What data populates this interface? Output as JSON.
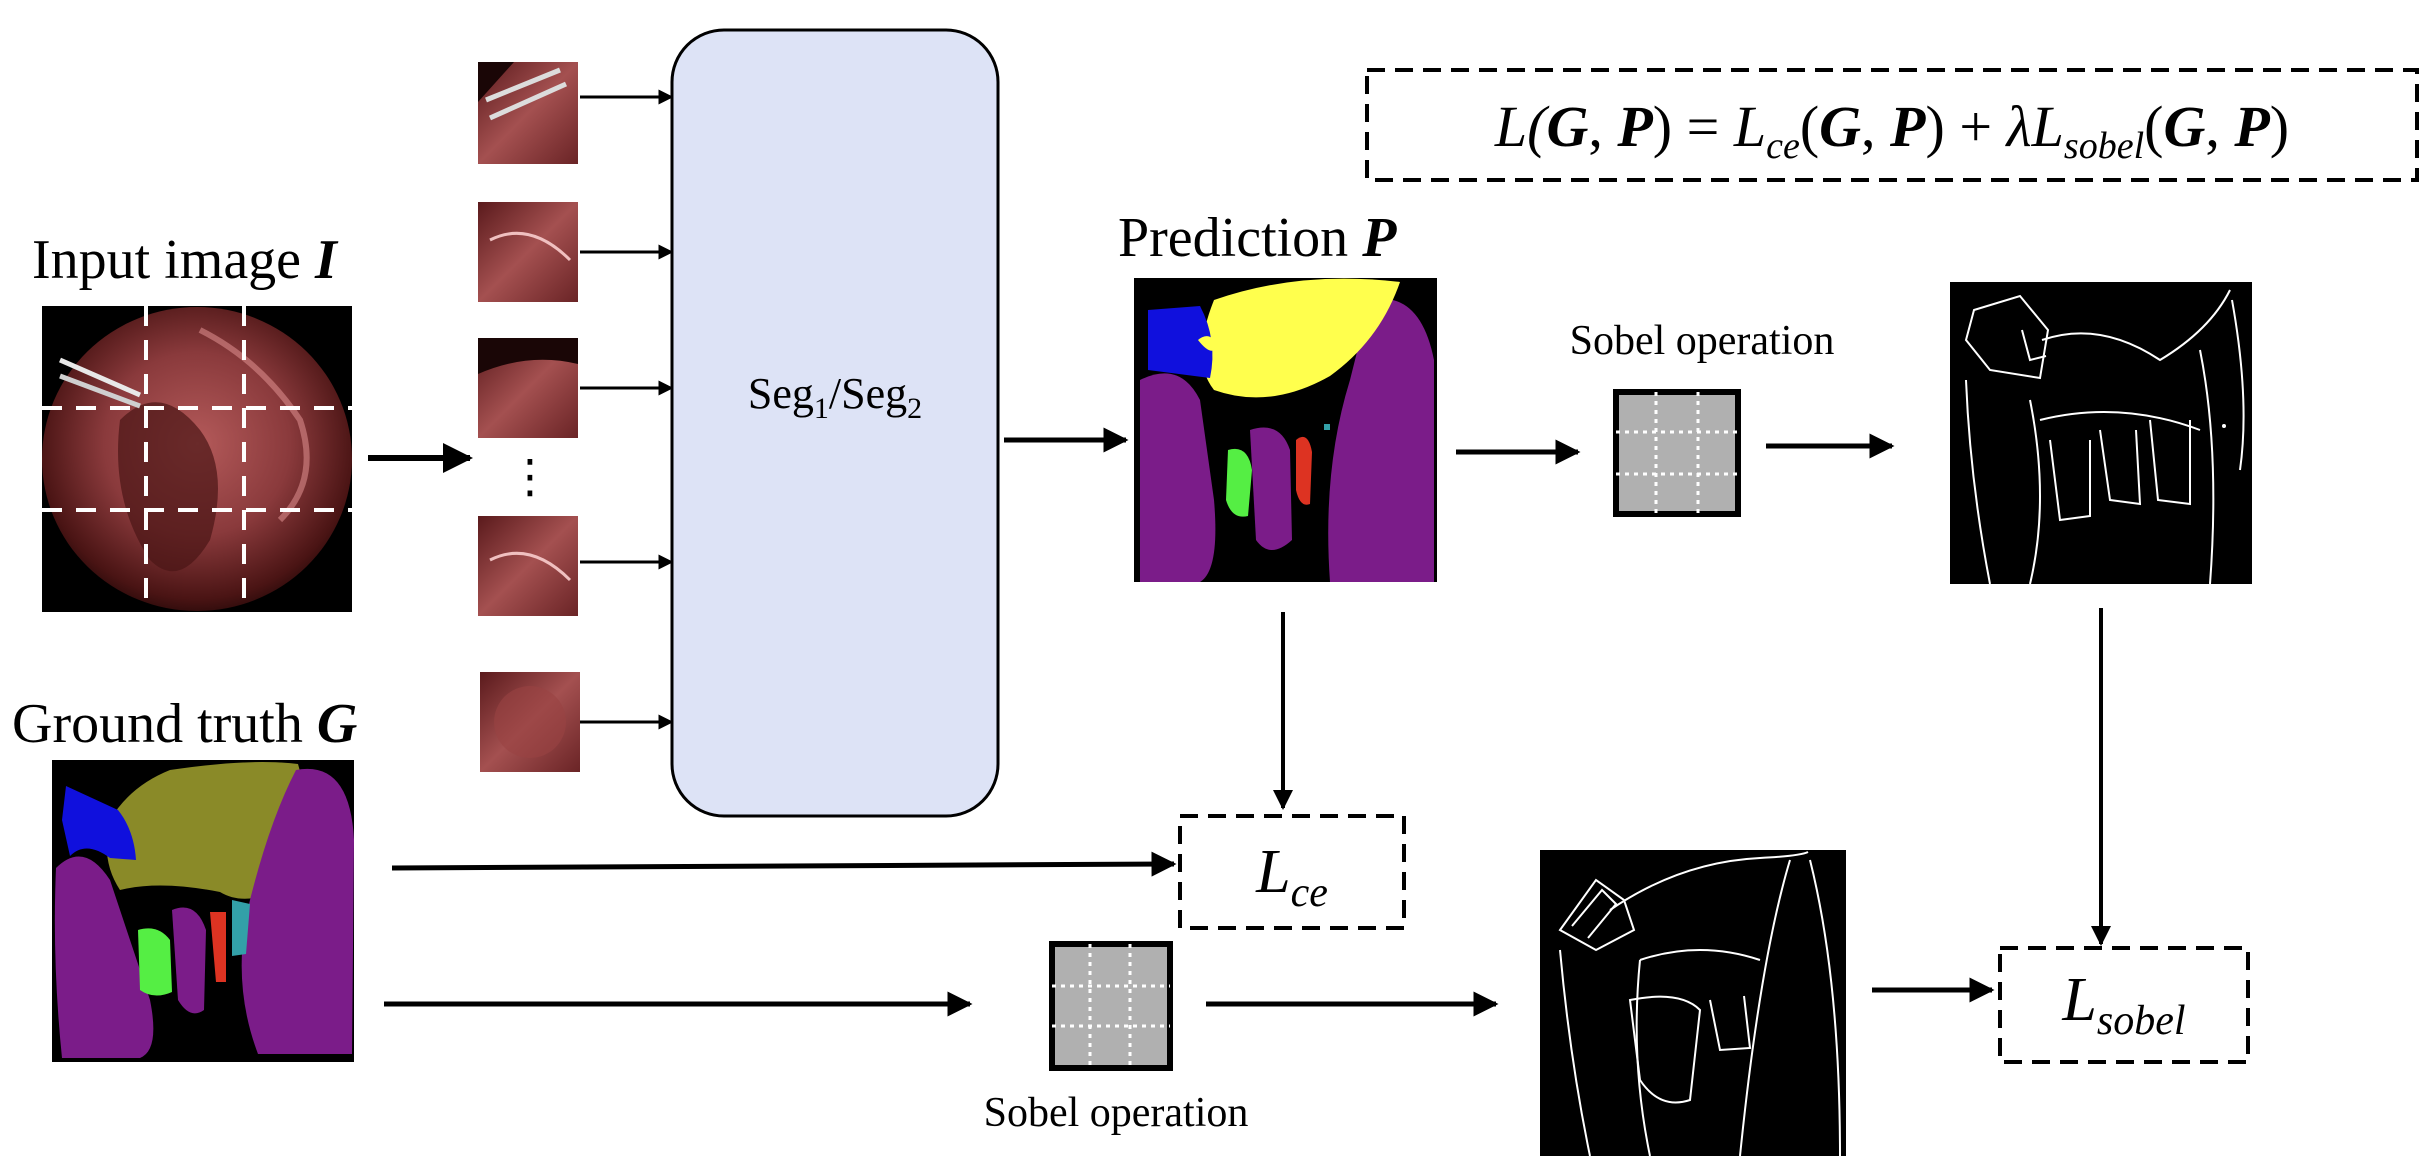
{
  "input_label": {
    "text": "Input image ",
    "symbol": "I"
  },
  "gt_label": {
    "text": "Ground truth ",
    "symbol": "G"
  },
  "pred_label": {
    "text": "Prediction ",
    "symbol": "P"
  },
  "model": {
    "seg1_base": "Seg",
    "seg1_sub": "1",
    "sep": "/",
    "seg2_base": "Seg",
    "seg2_sub": "2"
  },
  "ellipsis": "⋮",
  "sobel_top_label": "Sobel operation",
  "sobel_bottom_label": "Sobel operation",
  "loss_formula": {
    "lhs_l": "L(",
    "lhs_g": "G",
    "lhs_comma": ", ",
    "lhs_p": "P",
    "lhs_close": ")",
    "eq": " = ",
    "lce_l": "L",
    "lce_sub": "ce",
    "t1_open": "(",
    "t1_g": "G",
    "t1_comma": ", ",
    "t1_p": "P",
    "t1_close": ")",
    "plus": " + ",
    "lambda": "λ",
    "ls_l": "L",
    "ls_sub": "sobel",
    "t2_open": "(",
    "t2_g": "G",
    "t2_comma": ", ",
    "t2_p": "P",
    "t2_close": ")"
  },
  "lce_box": {
    "base": "L",
    "sub": "ce"
  },
  "lsobel_box": {
    "base": "L",
    "sub": "sobel"
  },
  "colors": {
    "arrow": "#000000",
    "model_fill": "#dde3f6",
    "surgical_tissue": "#8a3a3c",
    "surgical_dark": "#2a0c0c",
    "seg_purple": "#7b1c89",
    "seg_yellow": "#ffff4d",
    "seg_olive": "#8a8a28",
    "seg_blue": "#1010dd",
    "seg_green": "#55ee44",
    "seg_red": "#dd3322",
    "seg_teal": "#33a0a8",
    "sobel_gray": "#b0b0b0"
  }
}
